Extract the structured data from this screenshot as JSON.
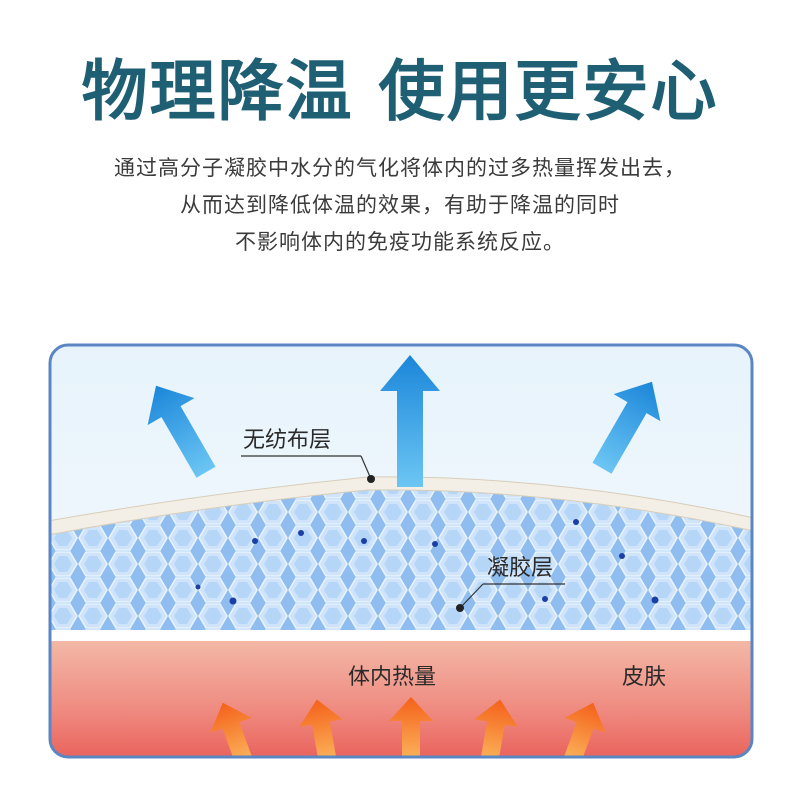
{
  "headline": "物理降温 使用更安心",
  "description": {
    "line1": "通过高分子凝胶中水分的气化将体内的过多热量挥发出去，",
    "line2": "从而达到降低体温的效果，有助于降温的同时",
    "line3": "不影响体内的免疫功能系统反应。"
  },
  "diagram": {
    "label_nonwoven": "无纺布层",
    "label_gel": "凝胶层",
    "label_heat": "体内热量",
    "label_skin": "皮肤",
    "colors": {
      "frame": "#5b86c4",
      "cool_arrow": "#1e8fde",
      "heat_arrow": "#f06a18",
      "skin": "#f0a08e",
      "gel": "#a9cdf2"
    },
    "icons": [
      "cool-up-arrow-icon",
      "heat-up-arrow-icon",
      "hexagon-pattern"
    ]
  }
}
